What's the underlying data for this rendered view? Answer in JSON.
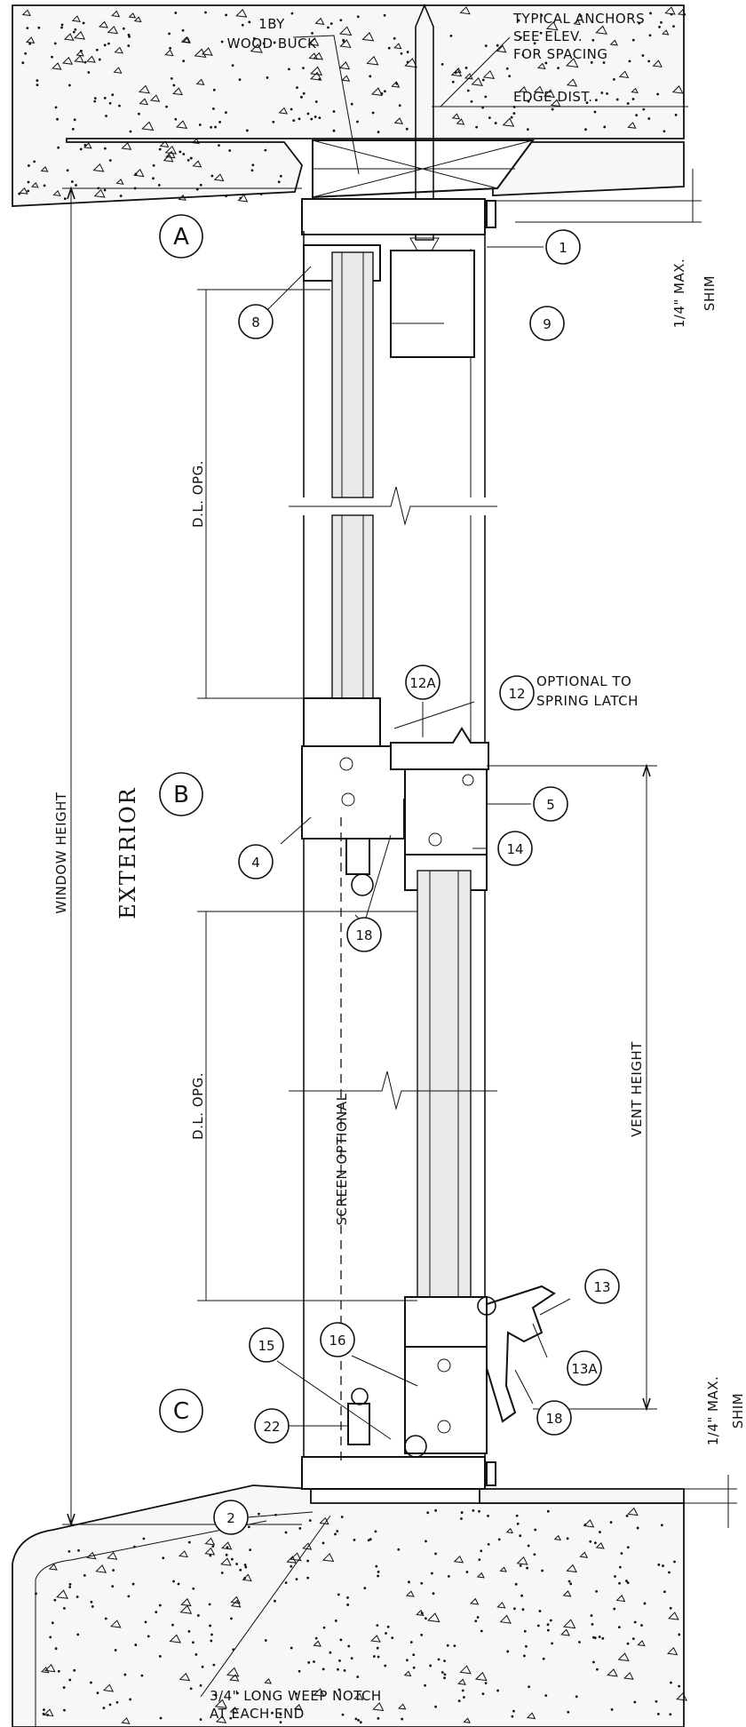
{
  "labels": {
    "wood_buck": [
      "1BY",
      "WOOD BUCK"
    ],
    "anchors": [
      "TYPICAL ANCHORS",
      "SEE ELEV.",
      "FOR SPACING"
    ],
    "edge_dist": "EDGE DIST.",
    "shim_top": [
      "1/4\" MAX.",
      "SHIM"
    ],
    "shim_bottom": [
      "1/4\" MAX.",
      "SHIM"
    ],
    "optional_latch": [
      "OPTIONAL TO",
      "SPRING LATCH"
    ],
    "window_height": "WINDOW HEIGHT",
    "exterior": "EXTERIOR",
    "dl_opg_upper": "D.L. OPG.",
    "dl_opg_lower": "D.L. OPG.",
    "screen_optional": "SCREEN OPTIONAL",
    "vent_height": "VENT HEIGHT",
    "weep_notch": [
      "3/4\" LONG WEEP NOTCH",
      "AT EACH END"
    ]
  },
  "sections": {
    "a": "A",
    "b": "B",
    "c": "C"
  },
  "callouts": {
    "c1": "1",
    "c2": "2",
    "c4": "4",
    "c5": "5",
    "c8": "8",
    "c9": "9",
    "c12": "12",
    "c12a": "12A",
    "c13": "13",
    "c13a": "13A",
    "c14": "14",
    "c15": "15",
    "c16": "16",
    "c18a": "18",
    "c18b": "18",
    "c22": "22"
  }
}
